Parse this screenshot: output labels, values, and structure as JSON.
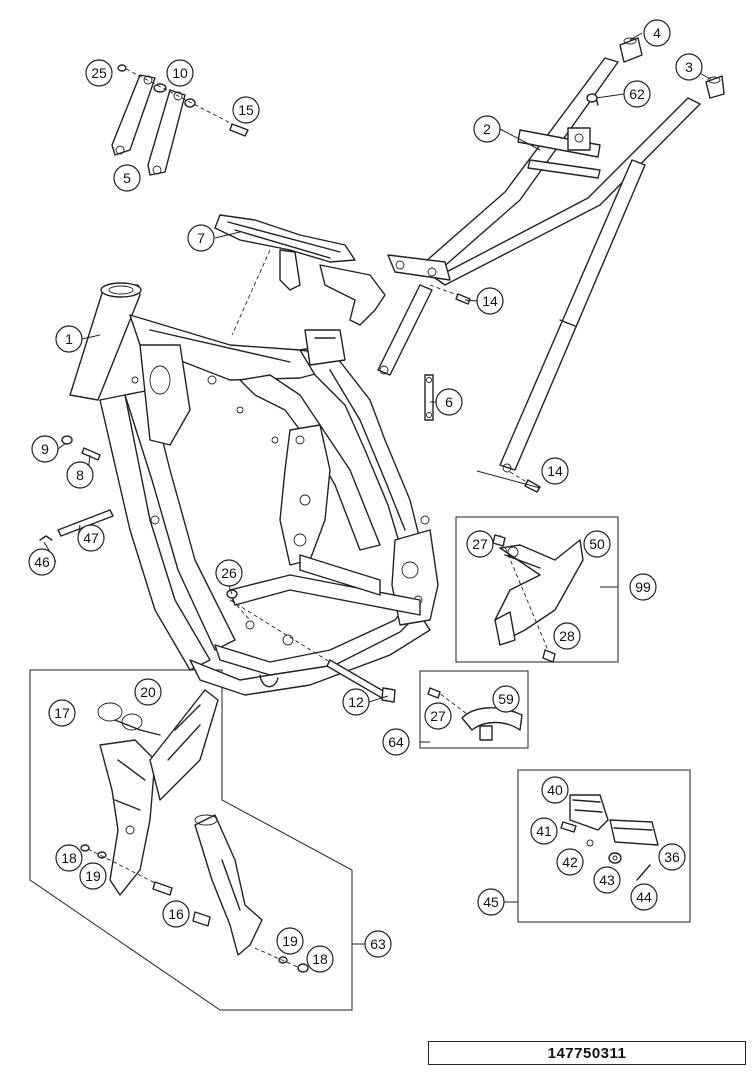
{
  "diagram": {
    "part_number": "147750311",
    "callouts": {
      "c1": "1",
      "c2": "2",
      "c3": "3",
      "c4": "4",
      "c5": "5",
      "c6": "6",
      "c7": "7",
      "c8": "8",
      "c9": "9",
      "c10": "10",
      "c12": "12",
      "c14a": "14",
      "c14b": "14",
      "c15": "15",
      "c16a": "16",
      "c17": "17",
      "c18a": "18",
      "c18b": "18",
      "c19a": "19",
      "c19b": "19",
      "c20": "20",
      "c25": "25",
      "c26": "26",
      "c27a": "27",
      "c27b": "27",
      "c28": "28",
      "c36": "36",
      "c40": "40",
      "c41": "41",
      "c42": "42",
      "c43": "43",
      "c44": "44",
      "c45": "45",
      "c46": "46",
      "c47": "47",
      "c50": "50",
      "c59": "59",
      "c62": "62",
      "c63": "63",
      "c64": "64",
      "c99": "99"
    }
  }
}
